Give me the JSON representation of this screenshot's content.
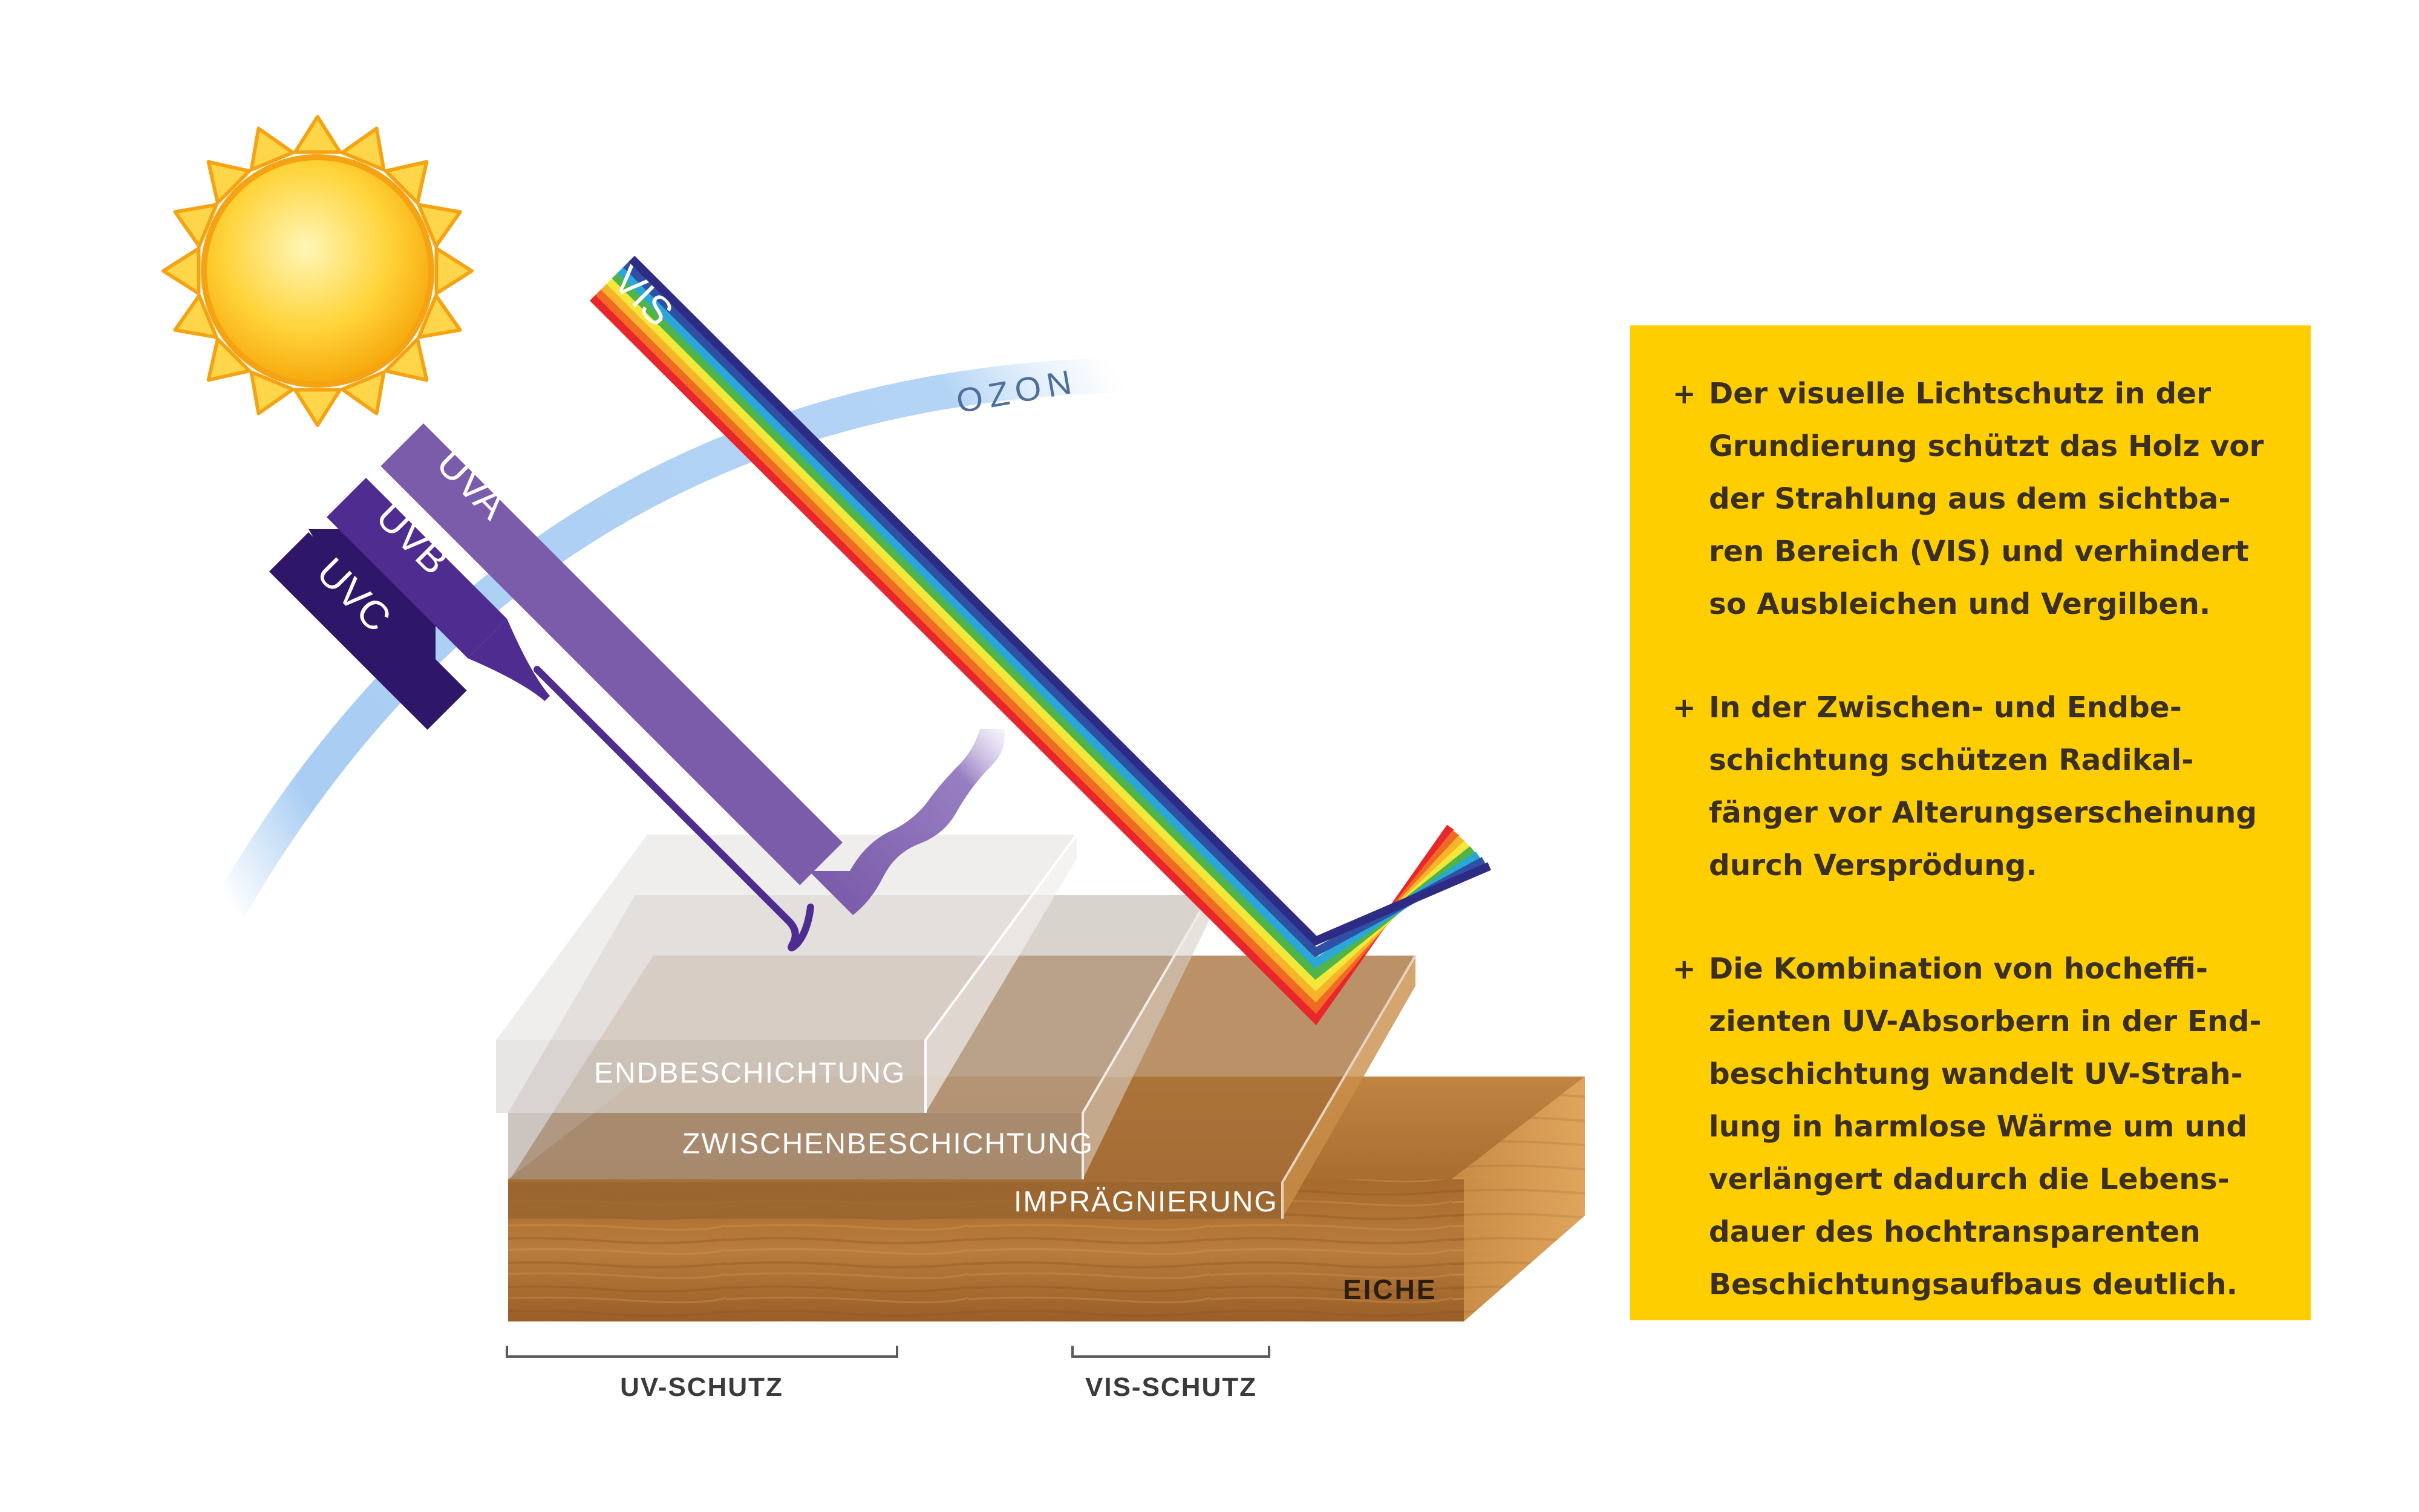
{
  "beams": {
    "vis": "VIS",
    "uva": "UVA",
    "uvb": "UVB",
    "uvc": "UVC"
  },
  "ozone_label": "OZON",
  "layers": {
    "end": "ENDBESCHICHTUNG",
    "middle": "ZWISCHENBESCHICHTUNG",
    "impregnation": "IMPRÄGNIERUNG",
    "wood": "EICHE"
  },
  "brackets": {
    "uv": "UV-SCHUTZ",
    "vis": "VIS-SCHUTZ"
  },
  "info": [
    {
      "marker": "+",
      "lines": [
        "Der visuelle Lichtschutz in der",
        "Grundierung schützt das Holz vor",
        "der Strahlung aus dem sichtba-",
        "ren Bereich (VIS) und verhindert",
        "so Ausbleichen und Vergilben."
      ]
    },
    {
      "marker": "+",
      "lines": [
        "In der Zwischen- und Endbe-",
        "schichtung schützen Radikal-",
        "fänger vor Alterungserscheinung",
        "durch Versprödung."
      ]
    },
    {
      "marker": "+",
      "lines": [
        "Die Kombination von hocheffi-",
        "zienten UV-Absorbern in der End-",
        "beschichtung wandelt UV-Strah-",
        "lung in harmlose Wärme um und",
        "verlängert dadurch die Lebens-",
        "dauer des hochtransparenten",
        "Beschichtungsaufbaus deutlich."
      ]
    }
  ],
  "colors": {
    "sun": "#ffc81e",
    "ozone": "#a9cdf3",
    "uva": "#7b5cab",
    "uvb": "#4f2c8f",
    "uvc": "#2e1669",
    "wood": "#b57a3a",
    "box": "#fece00",
    "text": "#3a2f24"
  }
}
